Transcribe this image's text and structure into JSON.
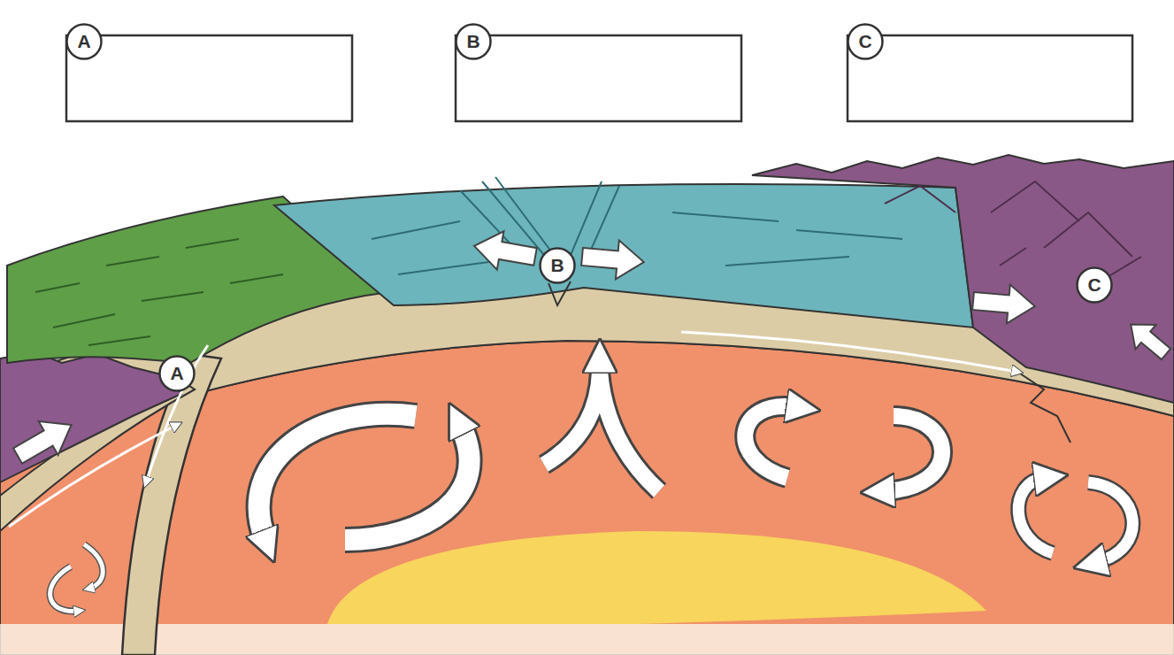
{
  "diagram": {
    "nodes": [
      {
        "text": [
          "A"
        ]
      },
      {
        "text": [
          "B"
        ]
      },
      {
        "text": [
          "C"
        ]
      },
      {
        "text": [
          "A"
        ]
      },
      {
        "text": [
          "B"
        ]
      },
      {
        "text": [
          "C"
        ]
      }
    ]
  }
}
